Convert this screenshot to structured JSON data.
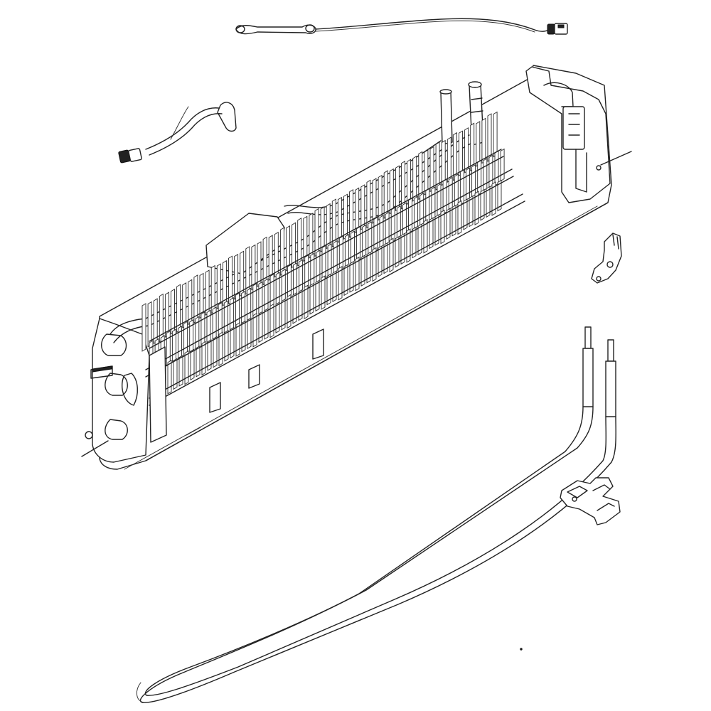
{
  "diagram": {
    "parts": [
      {
        "id": "evaporator-assembly"
      },
      {
        "id": "sensor-wire-top"
      },
      {
        "id": "sensor-wire-left"
      },
      {
        "id": "mounting-clip-small"
      },
      {
        "id": "defrost-heater-element"
      },
      {
        "id": "heater-bracket"
      }
    ],
    "colors": {
      "background": "#ffffff",
      "line": "#222222"
    }
  }
}
